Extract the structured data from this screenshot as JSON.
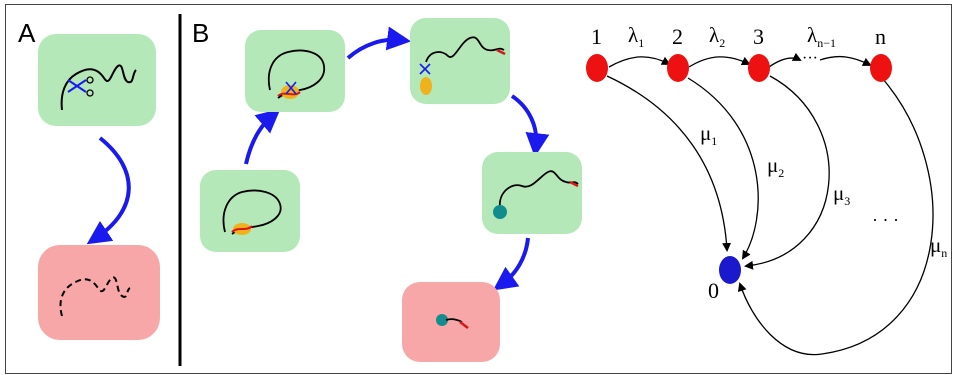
{
  "panels": {
    "a_label": "A",
    "b_label": "B"
  },
  "chain": {
    "state_labels": [
      "1",
      "2",
      "3",
      "n",
      "0"
    ],
    "forward_rates": [
      {
        "symbol": "λ",
        "subscript": "1"
      },
      {
        "symbol": "λ",
        "subscript": "2"
      },
      {
        "symbol": "λ",
        "subscript": "n−1"
      }
    ],
    "decay_rates": [
      {
        "symbol": "μ",
        "subscript": "1"
      },
      {
        "symbol": "μ",
        "subscript": "2"
      },
      {
        "symbol": "μ",
        "subscript": "3"
      },
      {
        "symbol": "μ",
        "subscript": "n"
      }
    ],
    "forward_ellipsis": "···",
    "decay_ellipsis": "· · ·"
  },
  "colors": {
    "active_state": "#ee1111",
    "absorbing_state": "#1a1acc",
    "live_box": "#b5e8b9",
    "degraded_box": "#f7a7a7",
    "flow_arrow": "#1a1aee",
    "enzyme_yellow": "#f0b21c",
    "enzyme_teal": "#128c8c",
    "rna_tail": "#d81818"
  }
}
